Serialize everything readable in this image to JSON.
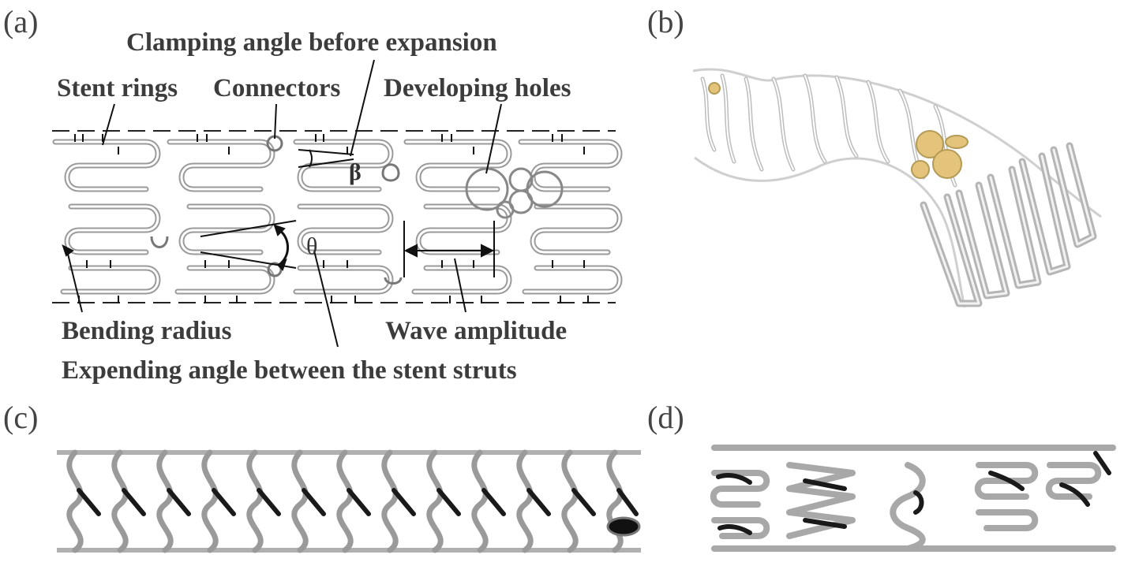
{
  "panels": {
    "a": {
      "letter": "(a)"
    },
    "b": {
      "letter": "(b)"
    },
    "c": {
      "letter": "(c)"
    },
    "d": {
      "letter": "(d)"
    }
  },
  "labels": {
    "clamping_angle": "Clamping angle before expansion",
    "stent_rings": "Stent rings",
    "connectors": "Connectors",
    "developing_holes": "Developing holes",
    "bending_radius": "Bending radius",
    "wave_amplitude": "Wave amplitude",
    "expanding_angle": "Expending angle between the stent struts",
    "beta": "β",
    "theta": "θ"
  },
  "colors": {
    "strut": "#b9b9b9",
    "strut_dark": "#1a1a1a",
    "marker": "#e3c47a"
  }
}
